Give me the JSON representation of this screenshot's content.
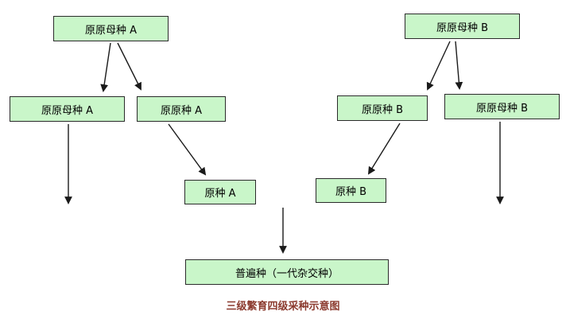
{
  "title": "三级繁育四级采种示意图",
  "colors": {
    "background": "#ffffff",
    "box_fill": "#c9f6c9",
    "box_border": "#2b2b2b",
    "arrow": "#1a1a1a",
    "caption": "#8b3a2e"
  },
  "nodes": {
    "a_parent_top": "原原母种 A",
    "a_parent_mid": "原原母种 A",
    "a_original_seed": "原原种 A",
    "a_seed": "原种 A",
    "b_parent_top": "原原母种 B",
    "b_original_seed": "原原种 B",
    "b_parent_mid": "原原母种 B",
    "b_seed": "原种 B",
    "common_seed": "普遍种（一代杂交种）"
  }
}
